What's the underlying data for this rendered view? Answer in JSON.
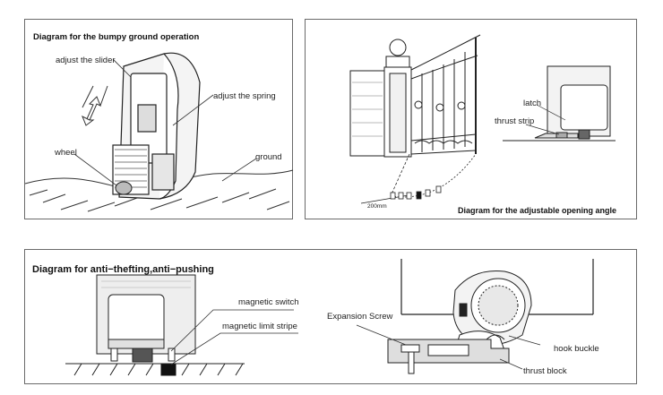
{
  "bumpy": {
    "title": "Diagram for the bumpy ground operation",
    "labels": {
      "slider": "adjust the slider",
      "spring": "adjust the spring",
      "wheel": "wheel",
      "ground": "ground"
    }
  },
  "opening": {
    "title": "Diagram for the adjustable opening angle",
    "labels": {
      "latch": "latch",
      "thrust_strip": "thrust strip",
      "distance": "200mm"
    }
  },
  "anti": {
    "title": "Diagram for anti−thefting,anti−pushing",
    "labels": {
      "magnetic_switch": "magnetic switch",
      "magnetic_limit_stripe": "magnetic limit stripe",
      "expansion_screw": "Expansion Screw",
      "hook_buckle": "hook buckle",
      "thrust_block": "thrust block"
    }
  }
}
